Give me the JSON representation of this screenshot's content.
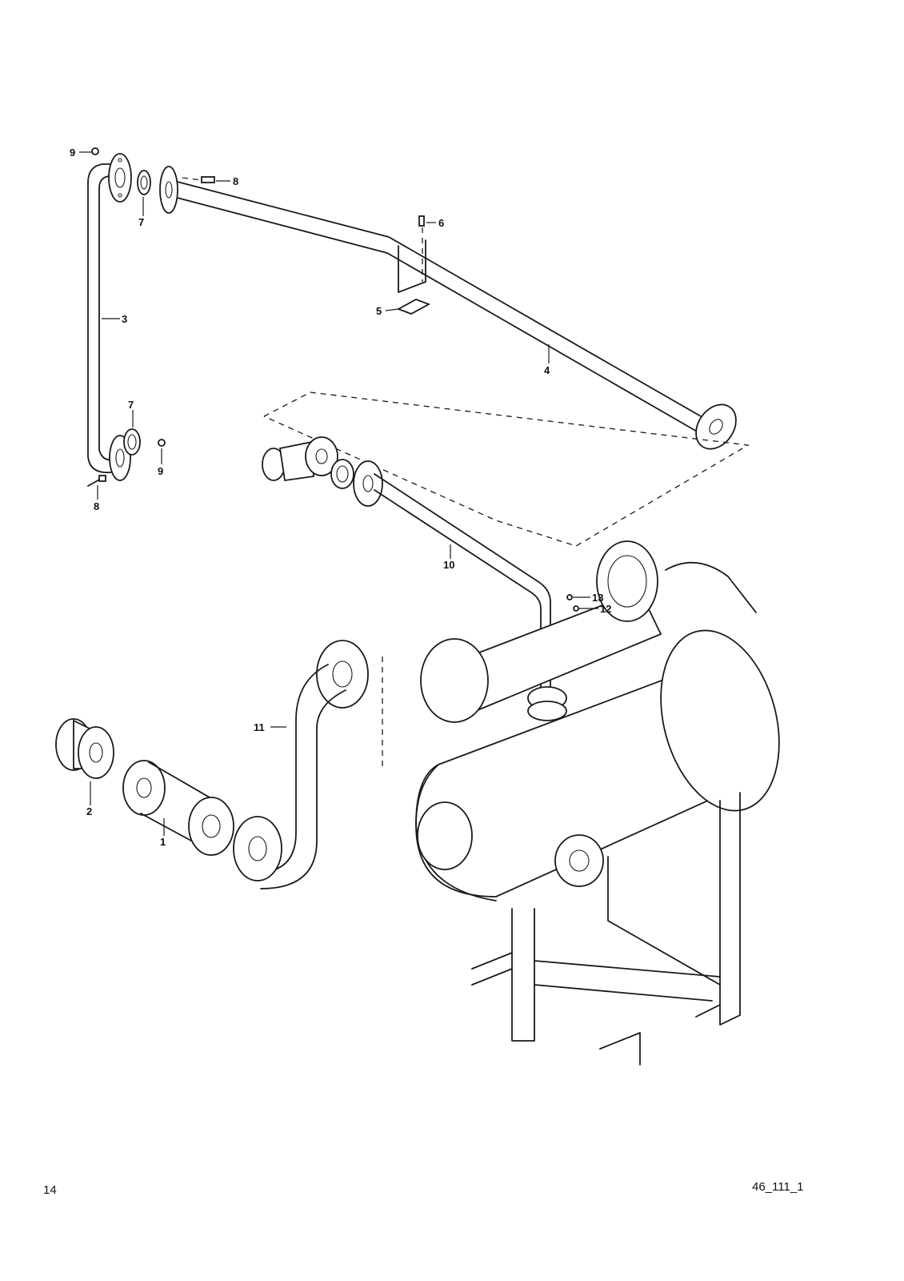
{
  "callouts": {
    "c1": "1",
    "c2": "2",
    "c3": "3",
    "c4": "4",
    "c5": "5",
    "c6": "6",
    "c7a": "7",
    "c7b": "7",
    "c8a": "8",
    "c8b": "8",
    "c9a": "9",
    "c9b": "9",
    "c10": "10",
    "c11": "11",
    "c12": "12",
    "c13": "13"
  },
  "footer": {
    "page_number": "14",
    "drawing_id": "46_111_1"
  }
}
